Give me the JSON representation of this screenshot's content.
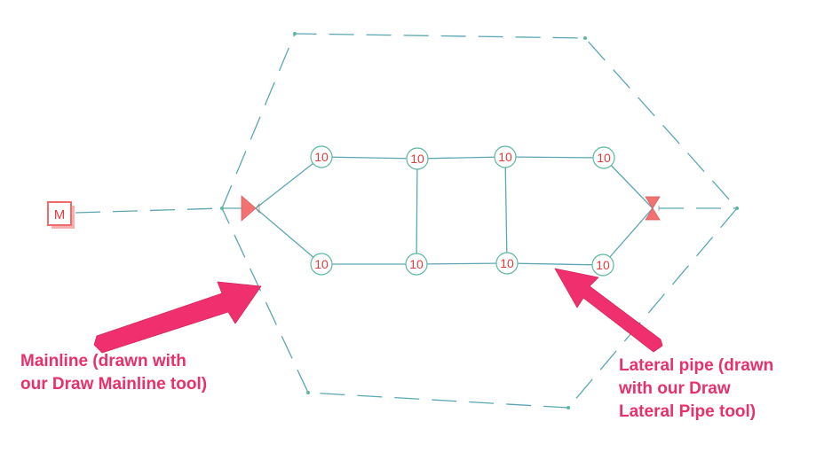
{
  "diagram": {
    "meter_label": "M",
    "emitter_label": "10",
    "colors": {
      "mainline": "#5aa7b3",
      "lateral": "#5aa7b3",
      "emitter_stroke": "#5cb8a0",
      "emitter_text": "#e23c3c",
      "valve_fill": "#f27272",
      "meter_fill": "#f26b6b",
      "callout": "#e8306a",
      "arrow": "#f0306e"
    }
  },
  "callouts": {
    "mainline": {
      "line1": "Mainline (drawn with",
      "line2": "our Draw Mainline tool)"
    },
    "lateral": {
      "line1": "Lateral pipe (drawn",
      "line2": "with our Draw",
      "line3": "Lateral Pipe tool)"
    }
  }
}
